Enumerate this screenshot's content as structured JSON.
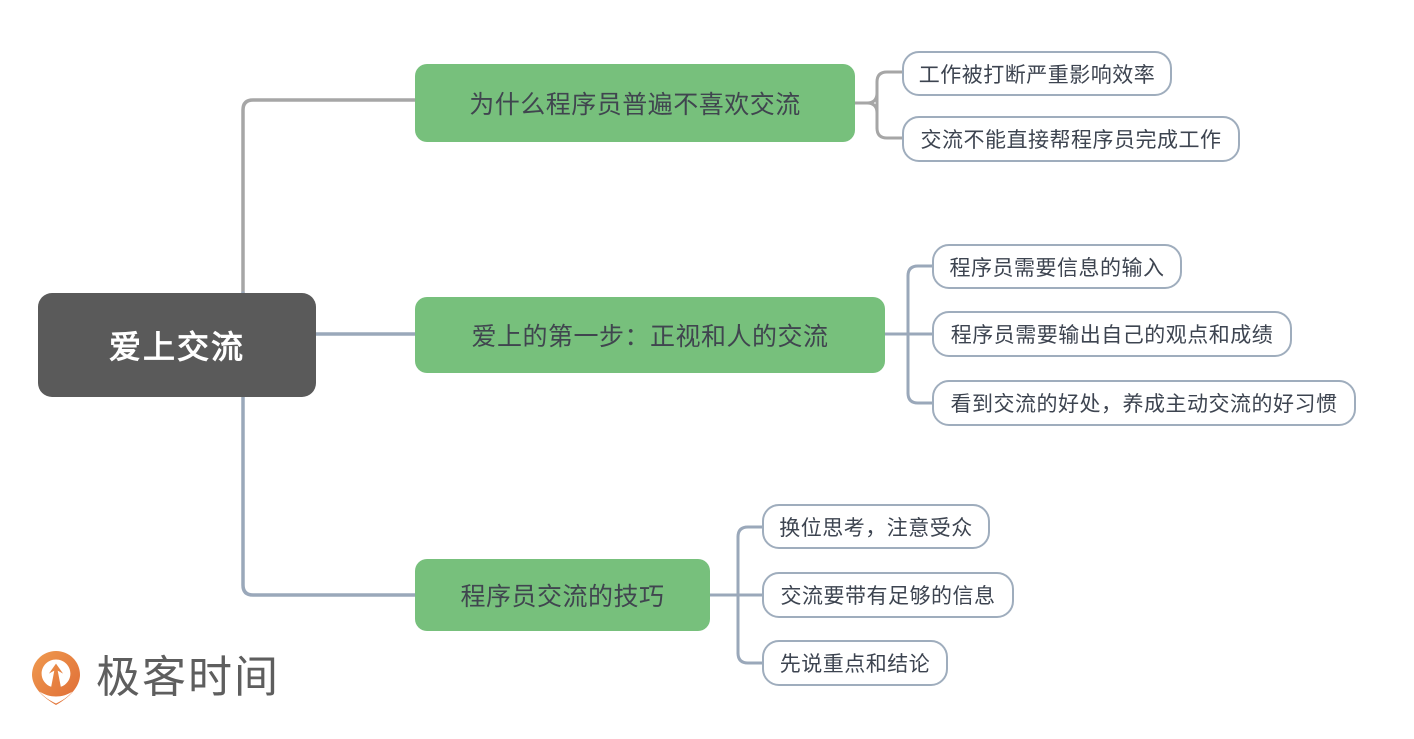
{
  "mindmap": {
    "root": {
      "label": "爱上交流"
    },
    "branches": [
      {
        "label": "为什么程序员普遍不喜欢交流",
        "leaves": [
          {
            "label": "工作被打断严重影响效率"
          },
          {
            "label": "交流不能直接帮程序员完成工作"
          }
        ]
      },
      {
        "label": "爱上的第一步：正视和人的交流",
        "leaves": [
          {
            "label": "程序员需要信息的输入"
          },
          {
            "label": "程序员需要输出自己的观点和成绩"
          },
          {
            "label": "看到交流的好处，养成主动交流的好习惯"
          }
        ]
      },
      {
        "label": "程序员交流的技巧",
        "leaves": [
          {
            "label": "换位思考，注意受众"
          },
          {
            "label": "交流要带有足够的信息"
          },
          {
            "label": "先说重点和结论"
          }
        ]
      }
    ]
  },
  "brand": {
    "name": "极客时间",
    "icon": "geektime-pin-icon"
  },
  "colors": {
    "root_bg": "#5a5a5a",
    "root_text": "#ffffff",
    "branch_bg": "#77c07c",
    "branch_text": "#40454f",
    "leaf_bg": "#ffffff",
    "leaf_border": "#9fadbd",
    "leaf_text": "#3d4450",
    "connector_root": "#a6a6a6",
    "connector_branch": "#9aa8ba",
    "brand_orange": "#e8803a",
    "brand_text": "#5e5e5e"
  }
}
